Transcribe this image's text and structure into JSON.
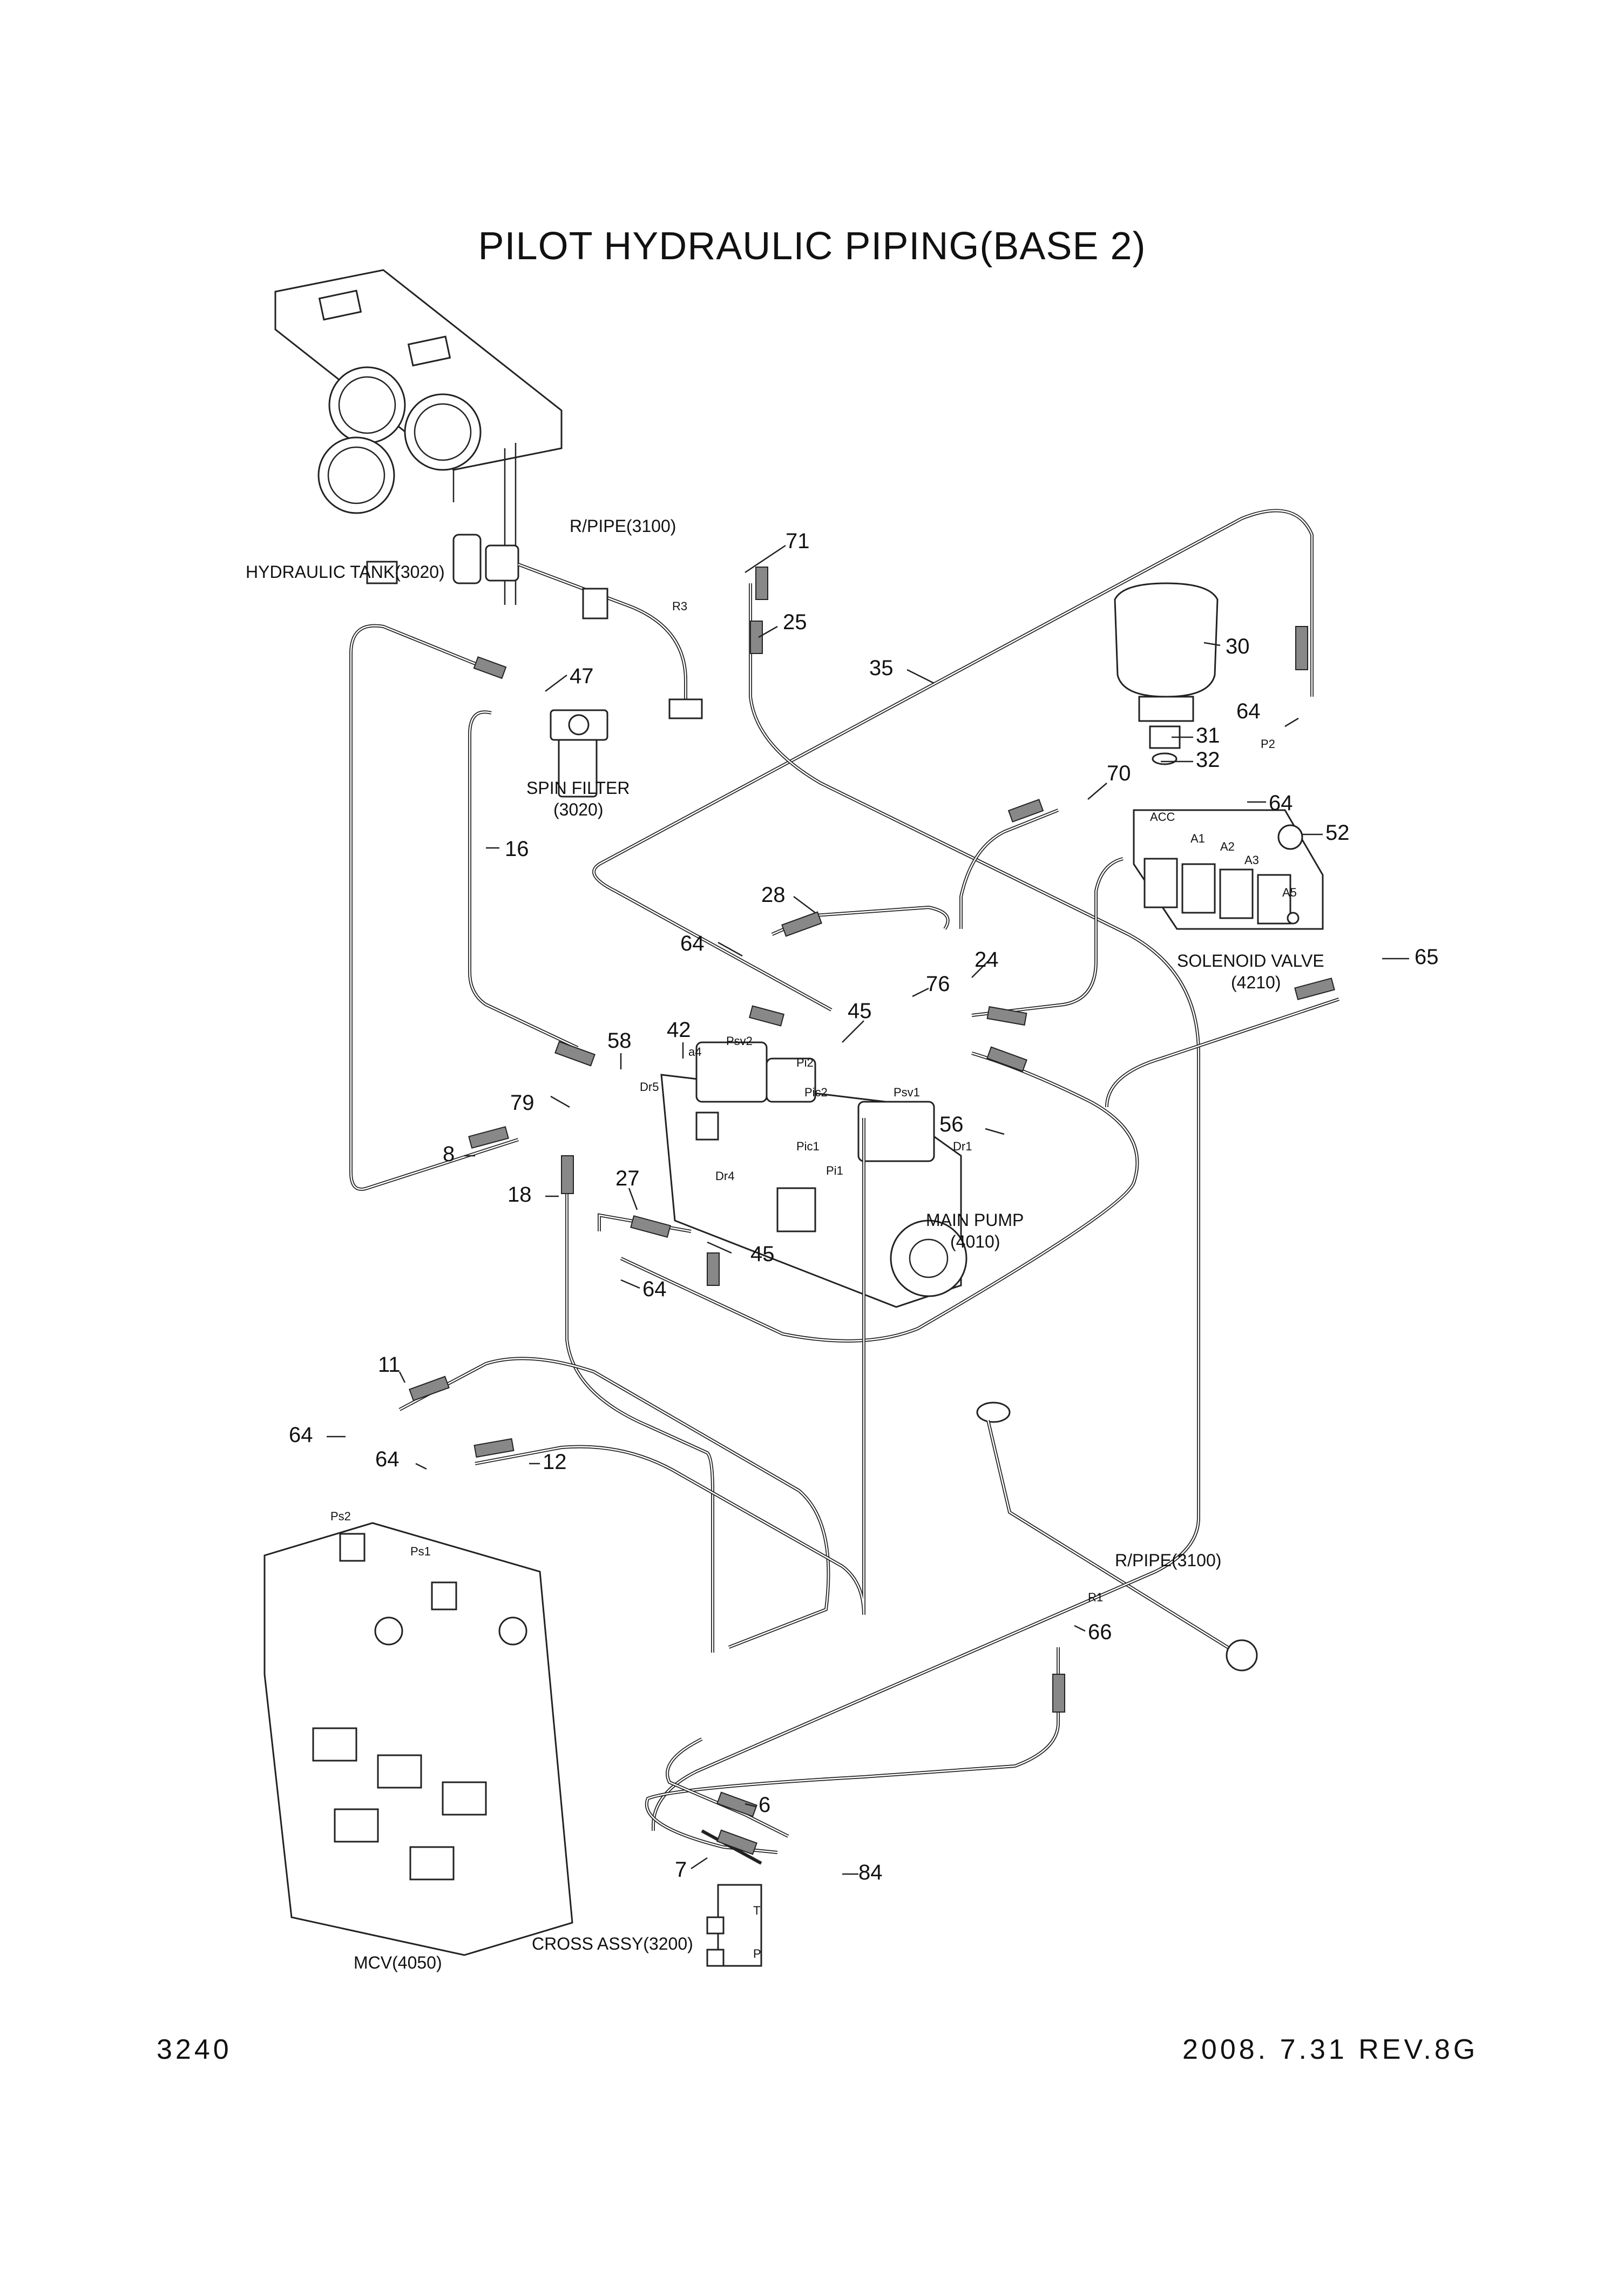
{
  "header": {
    "title": "PILOT HYDRAULIC PIPING(BASE 2)"
  },
  "footer": {
    "page_number": "3240",
    "revision": "2008. 7.31  REV.8G"
  },
  "components": {
    "hydraulic_tank": "HYDRAULIC TANK(3020)",
    "rpipe_top": "R/PIPE(3100)",
    "rpipe_bottom": "R/PIPE(3100)",
    "spin_filter_name": "SPIN FILTER",
    "spin_filter_code": "(3020)",
    "solenoid_name": "SOLENOID VALVE",
    "solenoid_code": "(4210)",
    "main_pump_name": "MAIN PUMP",
    "main_pump_code": "(4010)",
    "mcv": "MCV(4050)",
    "cross_assy": "CROSS ASSY(3200)"
  },
  "callouts": {
    "c71": "71",
    "c25": "25",
    "c30": "30",
    "c35": "35",
    "c47": "47",
    "c64a": "64",
    "c31": "31",
    "c32": "32",
    "c70": "70",
    "c64b": "64",
    "c52": "52",
    "c16": "16",
    "c28": "28",
    "c64c": "64",
    "c76": "76",
    "c24": "24",
    "c65": "65",
    "c42": "42",
    "c58": "58",
    "c45a": "45",
    "c79": "79",
    "c56": "56",
    "c8": "8",
    "c18": "18",
    "c27": "27",
    "c45b": "45",
    "c64d": "64",
    "c11": "11",
    "c64e": "64",
    "c64f": "64",
    "c12": "12",
    "c66": "66",
    "c6": "6",
    "c7": "7",
    "c84": "84"
  },
  "ports": {
    "r3": "R3",
    "p2": "P2",
    "psv2": "Psv2",
    "pi2": "Pi2",
    "pic2": "Pic2",
    "psv1": "Psv1",
    "a4": "a4",
    "dr5": "Dr5",
    "dr4": "Dr4",
    "pic1": "Pic1",
    "pi1": "Pi1",
    "dr1": "Dr1",
    "ps2": "Ps2",
    "ps1": "Ps1",
    "r1": "R1",
    "t": "T",
    "p": "P",
    "acc": "ACC",
    "a1": "A1",
    "a2": "A2",
    "a3": "A3",
    "a5": "A5"
  }
}
